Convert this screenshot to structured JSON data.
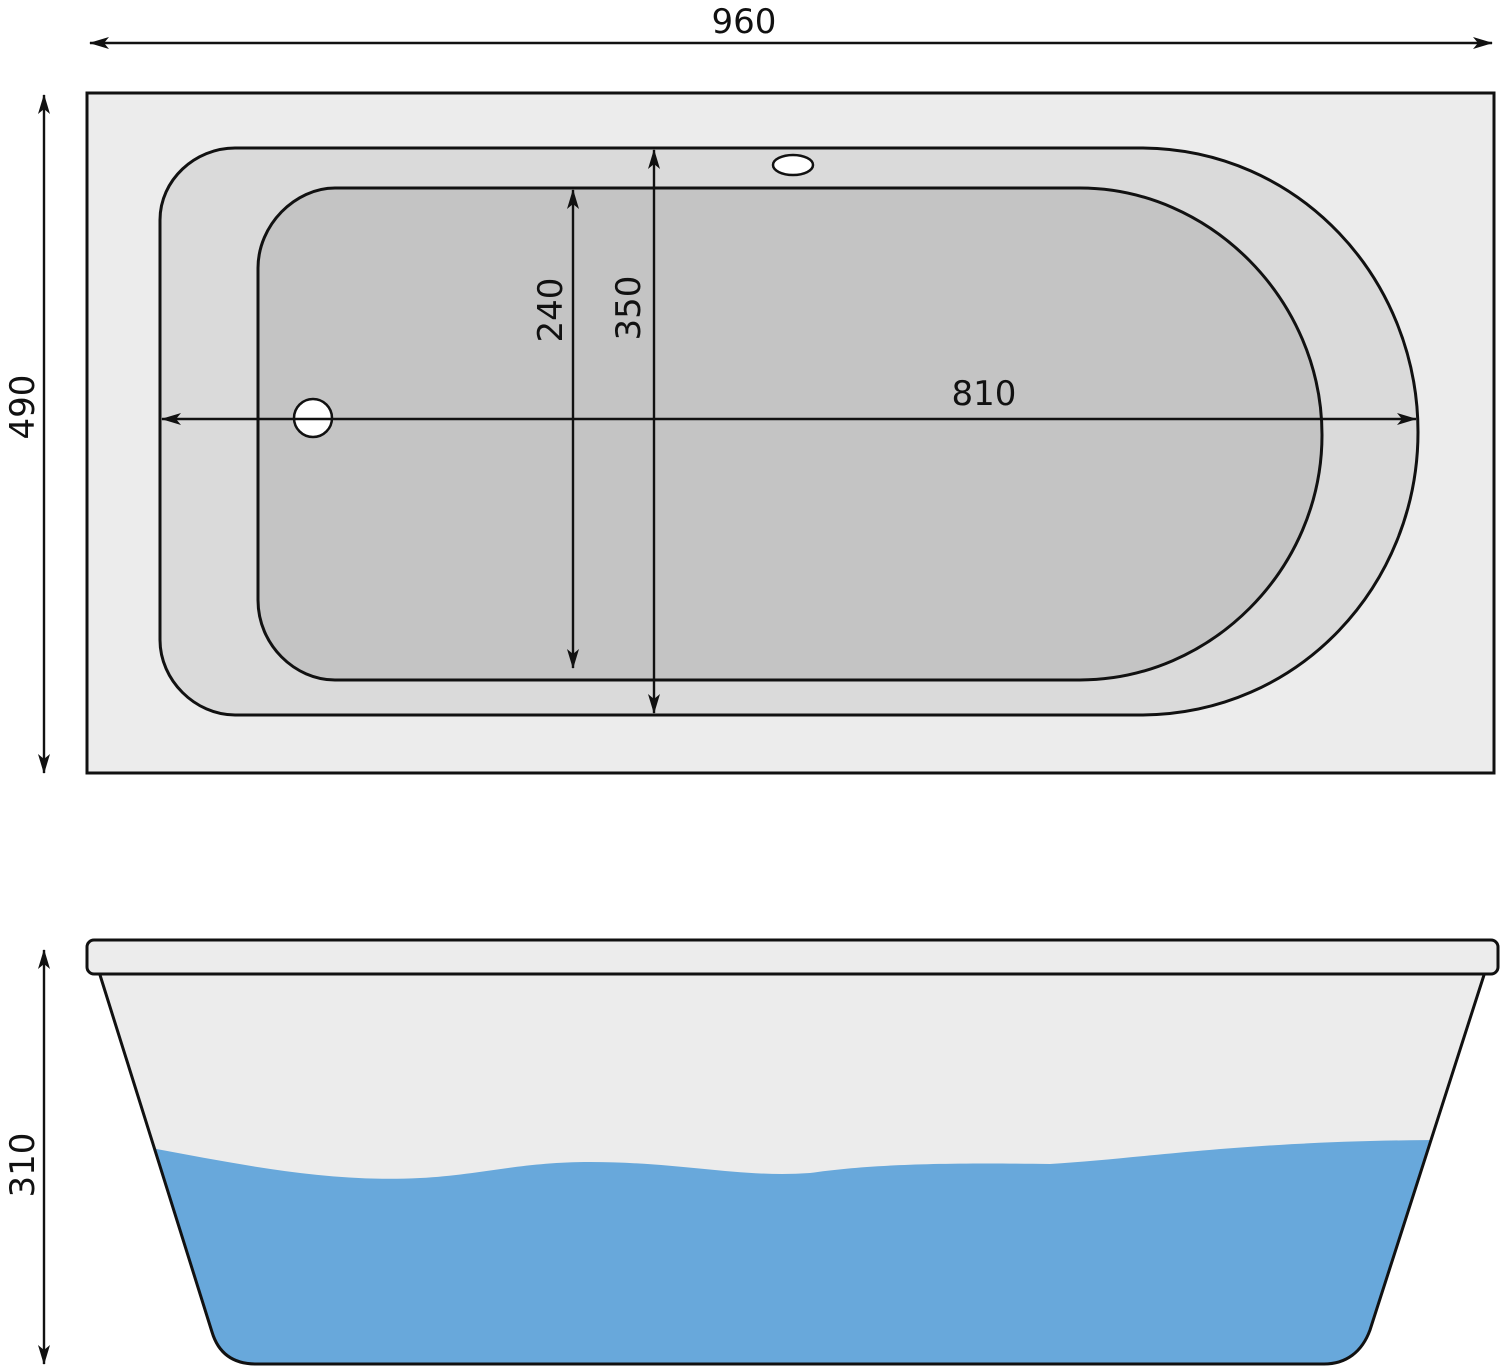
{
  "dimensions": {
    "overall_length": "960",
    "overall_width": "490",
    "inner_length": "810",
    "inner_width_top": "350",
    "inner_width_bottom": "240",
    "height": "310"
  },
  "colors": {
    "deck": "#ececec",
    "bowl_outer": "#dadada",
    "bowl_inner": "#c4c4c4",
    "water": "#68a8db",
    "line": "#111111",
    "hole": "#ffffff"
  }
}
